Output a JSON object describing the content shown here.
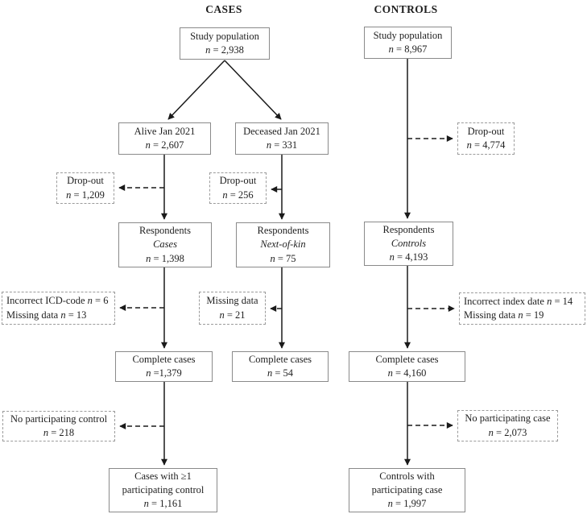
{
  "headers": {
    "cases": "CASES",
    "controls": "CONTROLS"
  },
  "n_symbol": "n",
  "colors": {
    "background": "#ffffff",
    "text": "#1f1f1f",
    "line": "#1a1a1a",
    "box_border": "#8a8a8a",
    "dashed_border": "#9b9b9b"
  },
  "boxes": {
    "study_pop_cases": {
      "line1": "Study population",
      "n_value": "= 2,938"
    },
    "alive": {
      "line1": "Alive Jan 2021",
      "n_value": "= 2,607"
    },
    "deceased": {
      "line1": "Deceased Jan 2021",
      "n_value": "= 331"
    },
    "respondents_cases": {
      "line1": "Respondents",
      "line2_italic": "Cases",
      "n_value": "= 1,398"
    },
    "respondents_nok": {
      "line1": "Respondents",
      "line2_italic": "Next-of-kin",
      "n_value": "= 75"
    },
    "complete_cases_left": {
      "line1": "Complete cases",
      "n_value": "=1,379"
    },
    "complete_cases_mid": {
      "line1": "Complete cases",
      "n_value": "= 54"
    },
    "cases_final": {
      "line1": "Cases with ≥1",
      "line2": "participating control",
      "n_value": "= 1,161"
    },
    "study_pop_controls": {
      "line1": "Study population",
      "n_value": "= 8,967"
    },
    "respondents_controls": {
      "line1": "Respondents",
      "line2_italic": "Controls",
      "n_value": "= 4,193"
    },
    "complete_cases_right": {
      "line1": "Complete cases",
      "n_value": "= 4,160"
    },
    "controls_final": {
      "line1": "Controls with",
      "line2": "participating case",
      "n_value": "= 1,997"
    }
  },
  "exclusions": {
    "dropout_alive": {
      "line1": "Drop-out",
      "n_value": "= 1,209"
    },
    "dropout_deceased": {
      "line1": "Drop-out",
      "n_value": "= 256"
    },
    "icd": {
      "row1_pre": "Incorrect ICD-code",
      "row1_val": "= 6",
      "row2_pre": "Missing data",
      "row2_val": "= 13"
    },
    "missing_nok": {
      "line1": "Missing data",
      "n_value": "= 21"
    },
    "no_part_control": {
      "line1": "No participating control",
      "n_value": "= 218"
    },
    "dropout_controls": {
      "line1": "Drop-out",
      "n_value": "= 4,774"
    },
    "index_date": {
      "row1_pre": "Incorrect index date",
      "row1_val": "= 14",
      "row2_pre": "Missing data",
      "row2_val": "= 19"
    },
    "no_part_case": {
      "line1": "No participating case",
      "n_value": "= 2,073"
    }
  }
}
